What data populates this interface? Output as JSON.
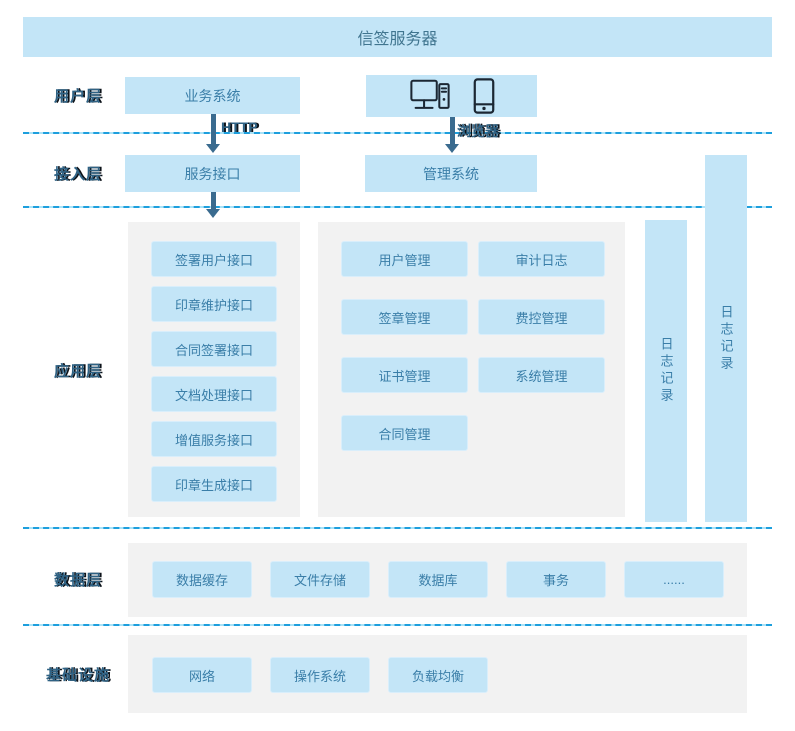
{
  "title": "信签服务器",
  "layer_labels": {
    "user": "用户层",
    "access": "接入层",
    "application": "应用层",
    "data": "数据层",
    "infrastructure": "基础设施"
  },
  "user_layer": {
    "business_system": "业务系统",
    "http_label": "HTTP",
    "browser_label": "浏览器",
    "device_icons": [
      "desktop-computer-icon",
      "smartphone-icon"
    ]
  },
  "access_layer": {
    "service_interface": "服务接口",
    "management_system": "管理系统"
  },
  "application_layer": {
    "interfaces": [
      "签署用户接口",
      "印章维护接口",
      "合同签署接口",
      "文档处理接口",
      "增值服务接口",
      "印章生成接口"
    ],
    "modules": [
      "用户管理",
      "审计日志",
      "签章管理",
      "费控管理",
      "证书管理",
      "系统管理",
      "合同管理"
    ],
    "log_bar_inner": "日志记录",
    "log_bar_outer": "日志记录"
  },
  "data_layer": {
    "items": [
      "数据缓存",
      "文件存储",
      "数据库",
      "事务",
      "......"
    ]
  },
  "infrastructure_layer": {
    "items": [
      "网络",
      "操作系统",
      "负载均衡"
    ]
  },
  "colors": {
    "box_fill": "#c3e5f7",
    "box_border": "#d9eefb",
    "box_text": "#3a7ea8",
    "title_text": "#40758f",
    "panel_bg": "#f2f2f2",
    "divider": "#1d9fdd",
    "divider_light": "#a9e2f8",
    "arrow_color": "#3a6b8f",
    "label_color": "#2f6284",
    "icon_stroke": "#1b2733"
  }
}
